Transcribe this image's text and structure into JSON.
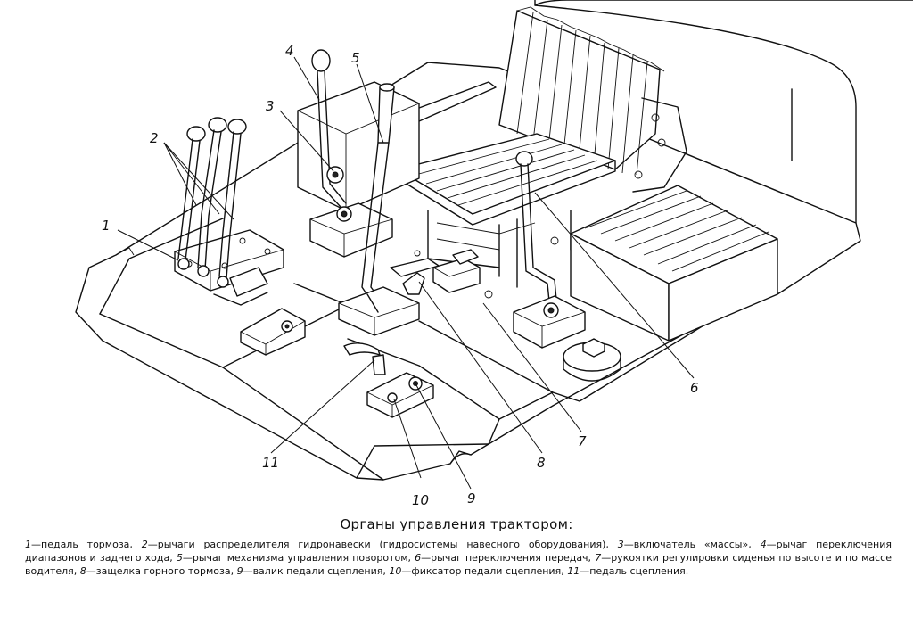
{
  "figure": {
    "callouts": [
      "1",
      "2",
      "3",
      "4",
      "5",
      "6",
      "7",
      "8",
      "9",
      "10",
      "11"
    ]
  },
  "caption": {
    "title": "Органы управления трактором:",
    "legend": [
      {
        "num": "1",
        "text": "—педаль тормоза, "
      },
      {
        "num": "2",
        "text": "—рычаги распределителя гидронавески (гидросистемы навесного оборудования), "
      },
      {
        "num": "3",
        "text": "—включатель «массы», "
      },
      {
        "num": "4",
        "text": "—рычаг переключения диапазонов и заднего хода, "
      },
      {
        "num": "5",
        "text": "—рычаг механизма управления поворотом, "
      },
      {
        "num": "6",
        "text": "—рычаг переключения передач, "
      },
      {
        "num": "7",
        "text": "—рукоятки регулировки сиденья по высоте и по массе водителя, "
      },
      {
        "num": "8",
        "text": "—защелка горного тормоза, "
      },
      {
        "num": "9",
        "text": "—валик педали сцепления, "
      },
      {
        "num": "10",
        "text": "—фиксатор педали сцепления, "
      },
      {
        "num": "11",
        "text": "—педаль сцепления."
      }
    ]
  }
}
